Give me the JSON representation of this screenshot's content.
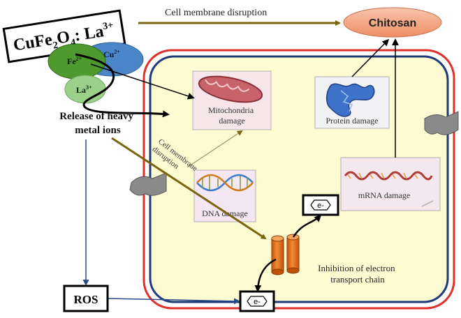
{
  "compound": {
    "base": "CuFe",
    "sub1": "2",
    "mid": "O",
    "sub2": "4",
    "tail": ": La",
    "sup": "3+"
  },
  "ions": {
    "fe": {
      "symbol": "Fe",
      "charge": "2+",
      "color": "#4e9a2f"
    },
    "cu": {
      "symbol": "Cu",
      "charge": "2+",
      "color": "#4a86c8"
    },
    "la": {
      "symbol": "La",
      "charge": "3+",
      "color": "#9ad08a"
    }
  },
  "release_label": [
    "Release of heavy",
    "metal ions"
  ],
  "cell_membrane_top": "Cell membrane  disruption",
  "cell_membrane_diag": [
    "Cell membrane",
    "disruption"
  ],
  "chitosan": "Chitosan",
  "mitochondria": [
    "Mitochondria",
    "damage"
  ],
  "protein": "Protein damage",
  "dna": "DNA damage",
  "mrna": "mRNA damage",
  "electron": "e-",
  "etc_label": [
    "Inhibition of electron",
    "transport chain"
  ],
  "ros": "ROS",
  "colors": {
    "membrane_outer": "#e0302a",
    "membrane_inner": "#1f3a7a",
    "cytoplasm": "#fdfbd2",
    "olive_arrow": "#7a6410",
    "blue_arrow": "#2a4a8a",
    "chitosan_fill": "#f4a383",
    "etc_orange": "#f07a1e"
  }
}
